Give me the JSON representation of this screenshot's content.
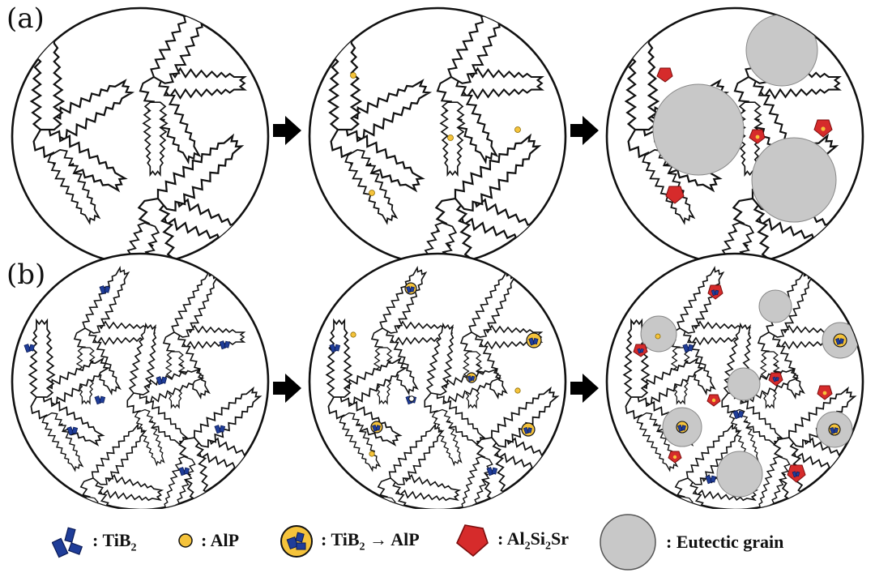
{
  "figure": {
    "row_labels": [
      "(a)",
      "(b)"
    ]
  },
  "legend": {
    "items": [
      {
        "id": "tib2",
        "name": "TiB",
        "sub": "2",
        "rest": ""
      },
      {
        "id": "alp",
        "name": "AlP",
        "sub": "",
        "rest": ""
      },
      {
        "id": "tib2-alp",
        "name": "TiB",
        "sub": "2",
        "rest": " → AlP"
      },
      {
        "id": "al2si2sr",
        "text_html": "Al<sub>2</sub>Si<sub>2</sub>Sr"
      },
      {
        "id": "eutectic",
        "name": "Eutectic grain",
        "sub": "",
        "rest": ""
      }
    ]
  },
  "colors": {
    "tib2": "#1f3d99",
    "alp": "#f5c33b",
    "al2si2sr": "#d62b2b",
    "eutectic_grain": "#c8c8c8",
    "outline": "#111111"
  },
  "icons": [
    "arrow-right-icon",
    "dendrite-icon",
    "tib2-particle-icon",
    "alp-particle-icon",
    "al2si2sr-pentagon-icon",
    "eutectic-grain-icon"
  ]
}
